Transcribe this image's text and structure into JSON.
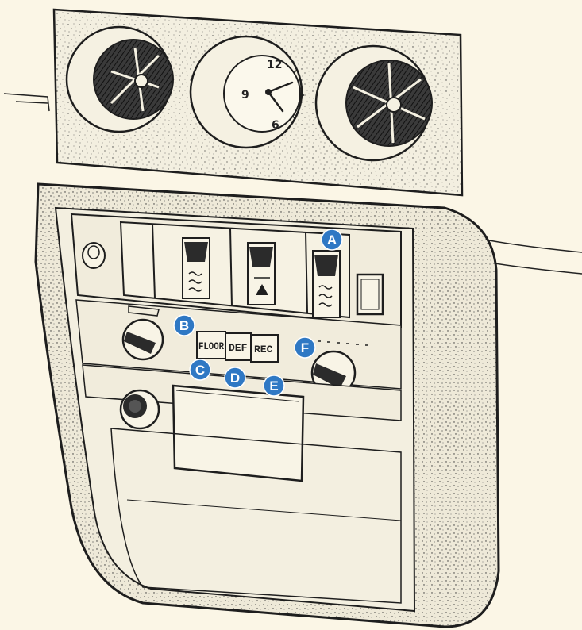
{
  "clock": {
    "numerals": [
      "12",
      "9",
      "6"
    ]
  },
  "buttons": {
    "floor": "FLOOR",
    "def": "DEF",
    "rec": "REC"
  },
  "callouts": {
    "a": "A",
    "b": "B",
    "c": "C",
    "d": "D",
    "e": "E",
    "f": "F"
  },
  "colors": {
    "background": "#fbf6e6",
    "ink": "#1e1e1e",
    "callout": "#2f78c4",
    "panel": "#f3efe0"
  }
}
